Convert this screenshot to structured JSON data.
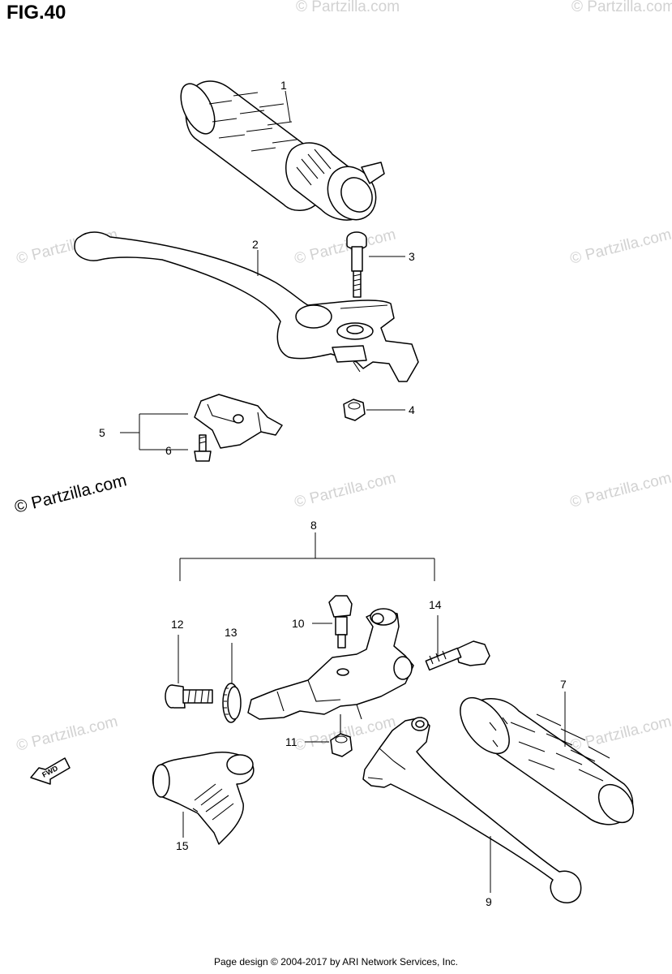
{
  "figure_title": "FIG.40",
  "footer": "Page design © 2004-2017 by ARI Network Services, Inc.",
  "watermark": "© Partzilla.com",
  "direction_marker": "FWD",
  "callouts": [
    "1",
    "2",
    "3",
    "4",
    "5",
    "6",
    "7",
    "8",
    "9",
    "10",
    "11",
    "12",
    "13",
    "14",
    "15"
  ]
}
